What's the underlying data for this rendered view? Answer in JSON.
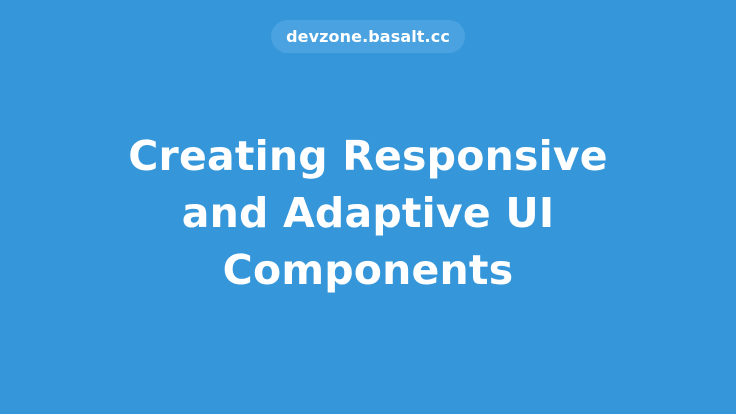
{
  "site": {
    "domain_label": "devzone.basalt.cc"
  },
  "article": {
    "title_lines": [
      "Creating Responsive",
      "and Adaptive UI",
      "Components"
    ]
  },
  "colors": {
    "background": "#3597da",
    "pill_background": "#4aa3e0",
    "text": "#ffffff"
  }
}
